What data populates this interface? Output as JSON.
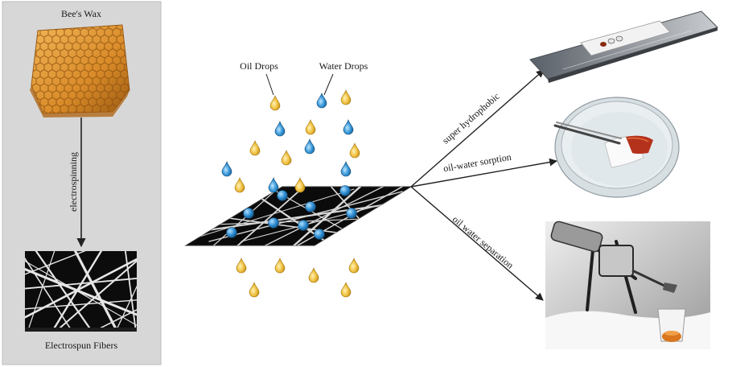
{
  "left_panel": {
    "source_label": "Bee's Wax",
    "process_label": "electrospinning",
    "product_label": "Electrospun Fibers"
  },
  "center": {
    "oil_label": "Oil Drops",
    "water_label": "Water Drops"
  },
  "applications": [
    {
      "label": "super hydrophobic"
    },
    {
      "label": "oil-water sorption"
    },
    {
      "label": "oil water separation"
    }
  ],
  "colors": {
    "oil_drop": "#e8b83a",
    "water_drop": "#2f8fd0",
    "panel_bg": "#d6d6d6",
    "fiber_bg": "#0c0c0c",
    "honeycomb": "#d98b28"
  },
  "icons": {
    "oil_drop": "drop-icon",
    "water_drop": "drop-icon"
  }
}
